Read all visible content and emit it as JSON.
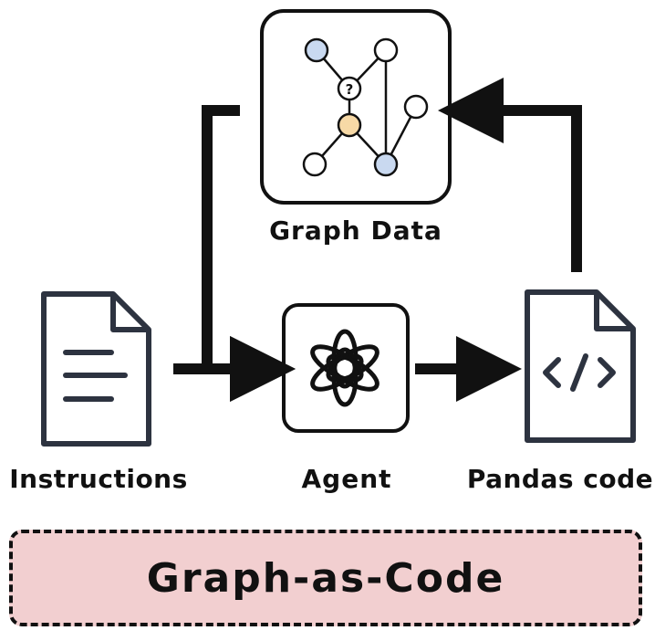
{
  "labels": {
    "graph_data": "Graph Data",
    "instructions": "Instructions",
    "agent": "Agent",
    "pandas_code": "Pandas code"
  },
  "graph_node_question": "?",
  "banner": {
    "title": "Graph-as-Code"
  },
  "colors": {
    "stroke": "#111111",
    "doc_stroke": "#2d3340",
    "node_blue": "#c9d9f0",
    "node_orange": "#f7d9a6",
    "banner_fill": "#f2cfd0"
  },
  "icons": {
    "graph": "graph-network-icon",
    "instructions": "text-document-icon",
    "agent": "openai-logo-icon",
    "code": "code-document-icon"
  }
}
